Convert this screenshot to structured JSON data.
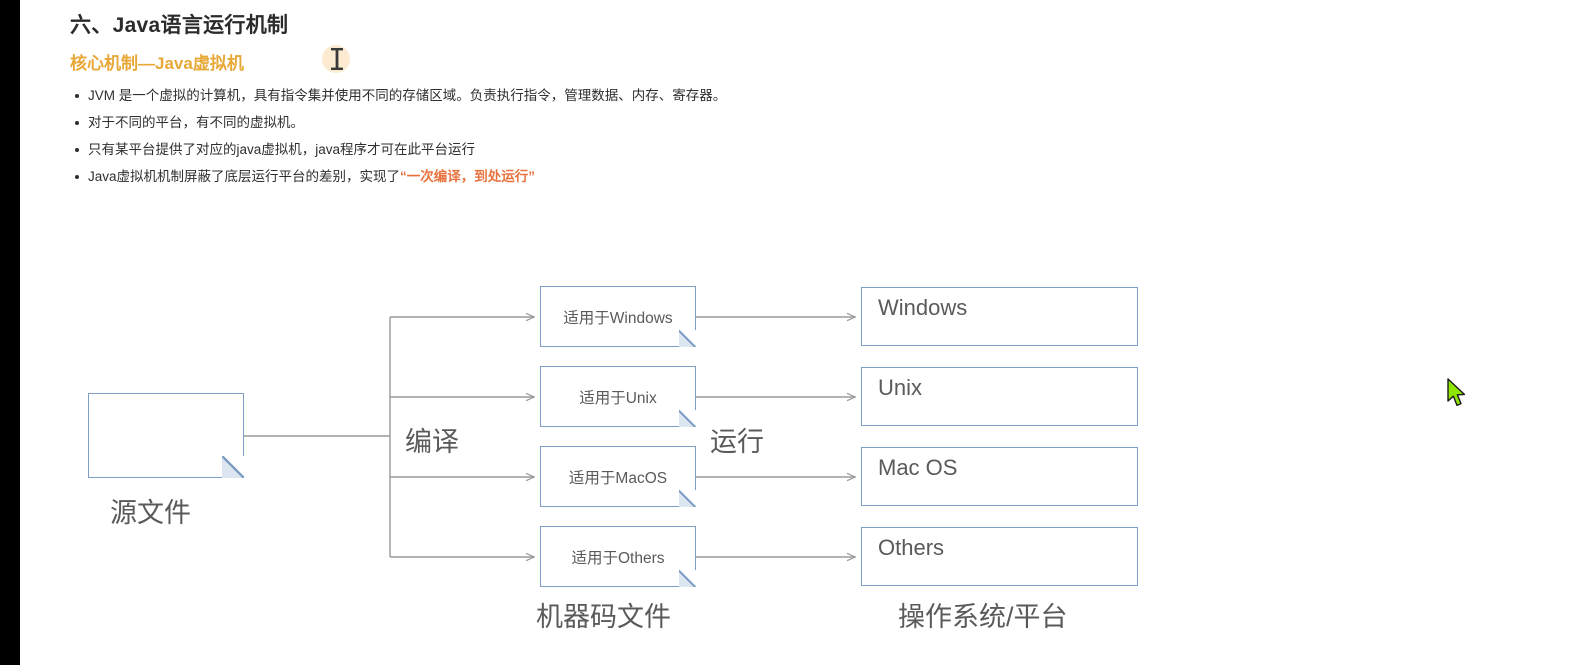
{
  "document": {
    "heading": "六、Java语言运行机制",
    "subheading": "核心机制—Java虚拟机",
    "bullets": [
      {
        "text": "JVM 是一个虚拟的计算机，具有指令集并使用不同的存储区域。负责执行指令，管理数据、内存、寄存器。",
        "highlight": ""
      },
      {
        "text": "对于不同的平台，有不同的虚拟机。",
        "highlight": ""
      },
      {
        "text": "只有某平台提供了对应的java虚拟机，java程序才可在此平台运行",
        "highlight": ""
      },
      {
        "text": "Java虚拟机机制屏蔽了底层运行平台的差别，实现了",
        "highlight": "“一次编译，到处运行”"
      }
    ]
  },
  "diagram": {
    "source_node": {
      "label": "",
      "caption": "源文件"
    },
    "compile_edge_label": "编译",
    "run_edge_label": "运行",
    "middle_caption": "机器码文件",
    "right_caption": "操作系统/平台",
    "rows": [
      {
        "middle": "适用于Windows",
        "right": "Windows"
      },
      {
        "middle": "适用于Unix",
        "right": "Unix"
      },
      {
        "middle": "适用于MacOS",
        "right": "Mac OS"
      },
      {
        "middle": "适用于Others",
        "right": "Others"
      }
    ]
  },
  "cursors": {
    "text_caret": "text-caret-icon",
    "mouse_pointer": "mouse-pointer-icon"
  },
  "colors": {
    "accent_orange": "#e8a838",
    "highlight_orange": "#e8733f",
    "node_border_blue": "#7f9fc4",
    "connector_gray": "#9a9a9a",
    "text_gray": "#5a5a5a",
    "cursor_green": "#8ee600",
    "gutter_black": "#000000"
  }
}
